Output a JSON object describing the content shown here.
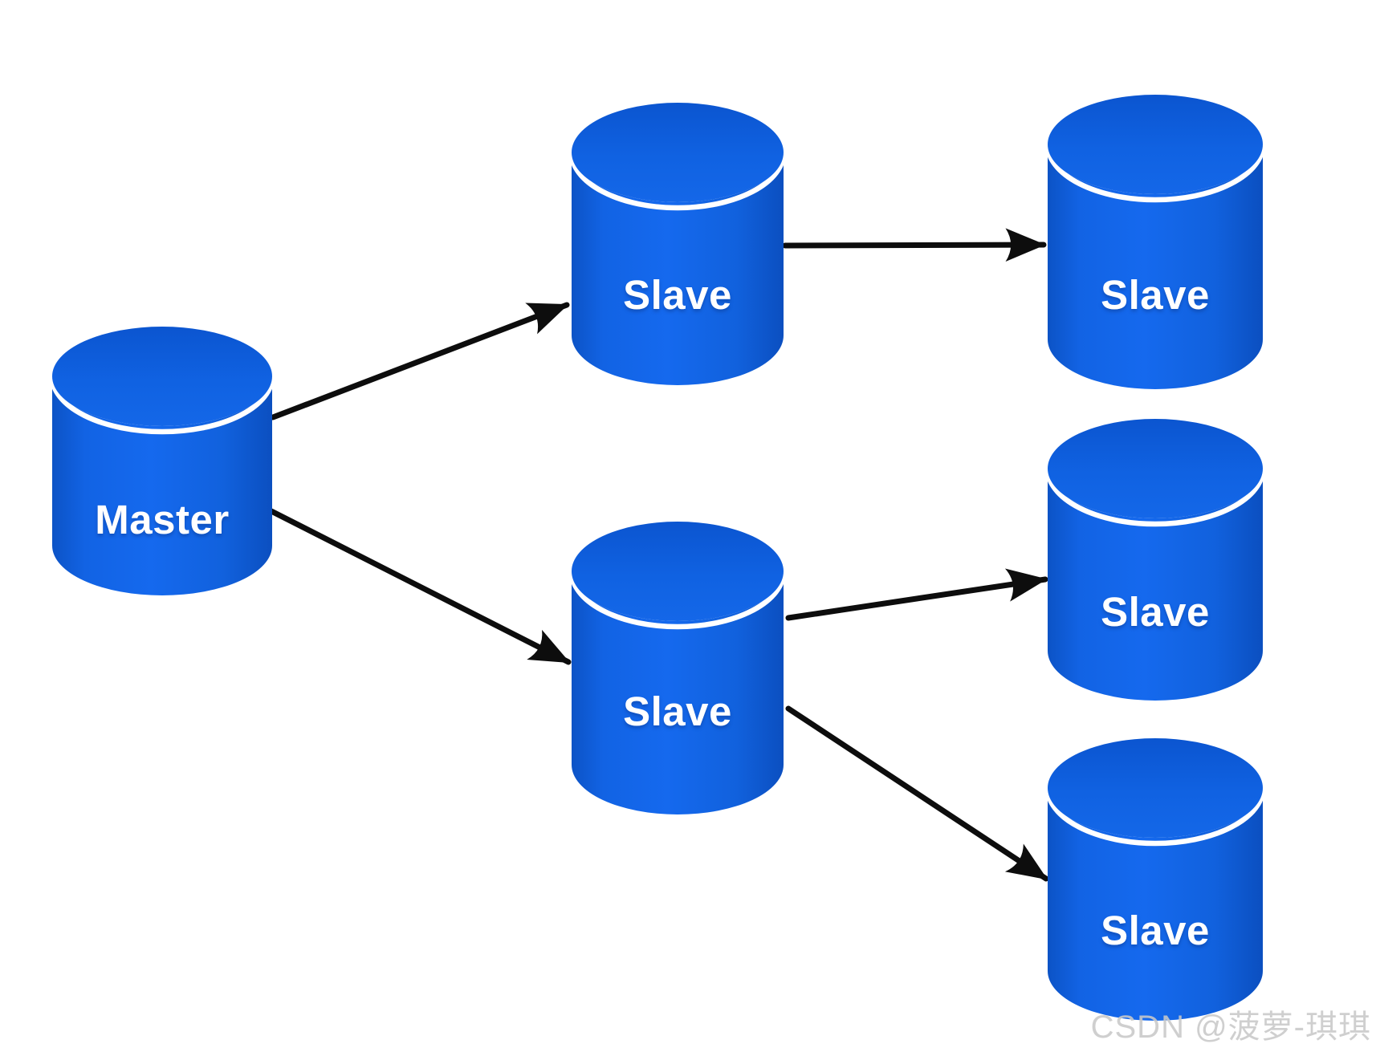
{
  "diagram": {
    "kind": "database-replication-topology",
    "nodes": [
      {
        "id": "master",
        "label": "Master",
        "shape": "database-cylinder",
        "color": "#1161e0"
      },
      {
        "id": "slave-top-middle",
        "label": "Slave",
        "shape": "database-cylinder",
        "color": "#1161e0"
      },
      {
        "id": "slave-top-right",
        "label": "Slave",
        "shape": "database-cylinder",
        "color": "#1161e0"
      },
      {
        "id": "slave-middle-right",
        "label": "Slave",
        "shape": "database-cylinder",
        "color": "#1161e0"
      },
      {
        "id": "slave-bottom-middle",
        "label": "Slave",
        "shape": "database-cylinder",
        "color": "#1161e0"
      },
      {
        "id": "slave-bottom-right",
        "label": "Slave",
        "shape": "database-cylinder",
        "color": "#1161e0"
      }
    ],
    "edges": [
      {
        "from": "master",
        "to": "slave-top-middle"
      },
      {
        "from": "master",
        "to": "slave-bottom-middle"
      },
      {
        "from": "slave-top-middle",
        "to": "slave-top-right"
      },
      {
        "from": "slave-bottom-middle",
        "to": "slave-middle-right"
      },
      {
        "from": "slave-bottom-middle",
        "to": "slave-bottom-right"
      }
    ]
  },
  "watermark": {
    "text": "CSDN @菠萝-琪琪",
    "color": "#c9c9c9"
  },
  "colors": {
    "background": "#ffffff",
    "cylinder_fill": "#1161e0",
    "cylinder_fill_dark": "#0c52c2",
    "cylinder_fill_light": "#1569ee",
    "cylinder_rim": "#ffffff",
    "label_text": "#ffffff",
    "arrow": "#0d0d0d"
  }
}
